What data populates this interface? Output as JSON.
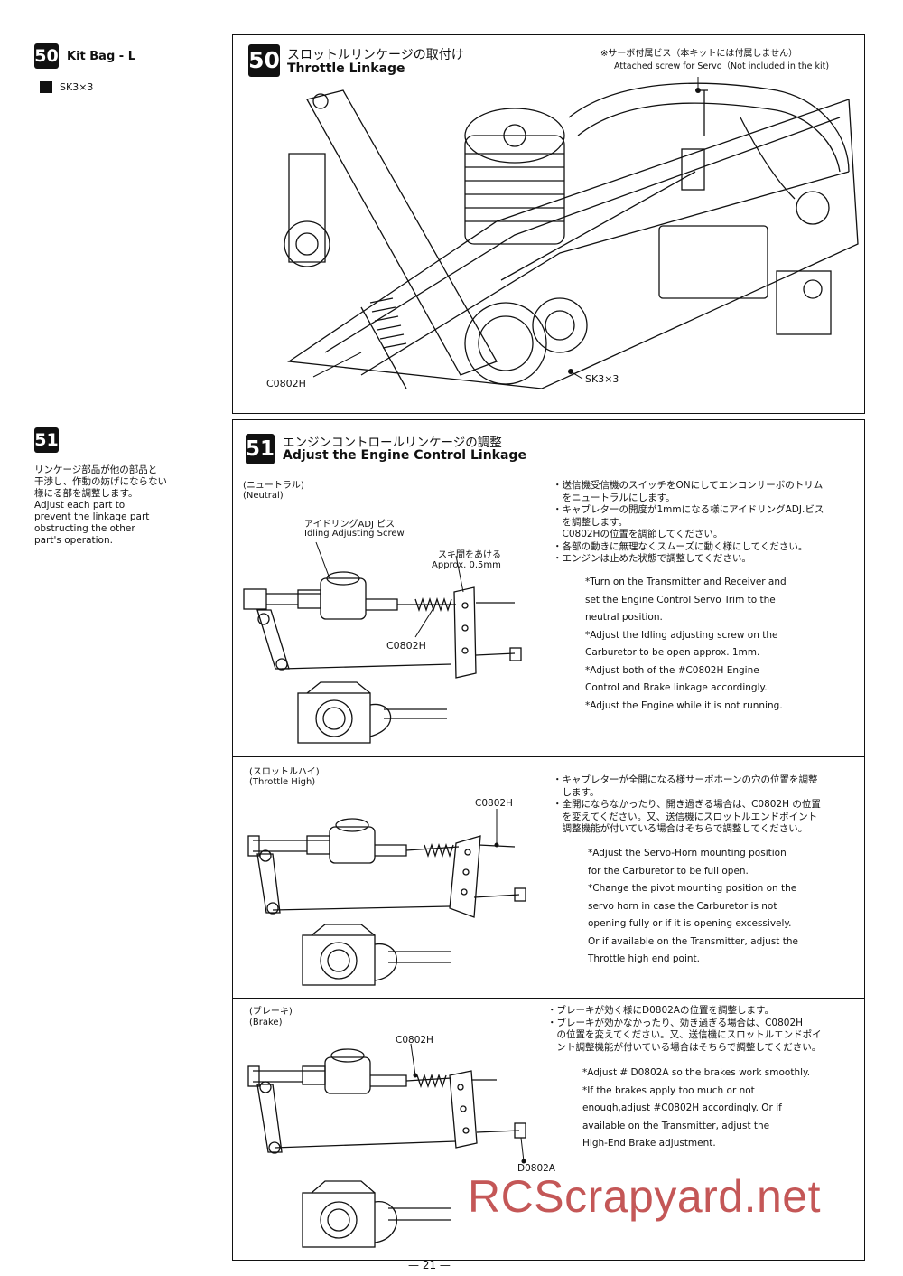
{
  "sidebar": {
    "step50": {
      "number": "50",
      "kit_bag": "Kit Bag - L",
      "part": "SK3×3"
    },
    "step51": {
      "number": "51",
      "note_jp": [
        "リンケージ部品が他の部品と",
        "干渉し、作動の妨げにならない",
        "様にる部を調整します。"
      ],
      "note_en": [
        "Adjust each part to",
        "prevent the linkage part",
        "obstructing the other",
        "part's operation."
      ]
    }
  },
  "step50": {
    "number": "50",
    "title_jp": "スロットルリンケージの取付け",
    "title_en": "Throttle Linkage",
    "servo_note_jp": "※サーボ付属ビス（本キットには付属しません）",
    "servo_note_en": "Attached screw for Servo（Not included in the kit)",
    "label_left": "C0802H",
    "label_right": "SK3×3"
  },
  "step51": {
    "number": "51",
    "title_jp": "エンジンコントロールリンケージの調整",
    "title_en": "Adjust the Engine Control Linkage",
    "neutral": {
      "heading_jp": "(ニュートラル)",
      "heading_en": "(Neutral)",
      "label_idle_jp": "アイドリングADJ ビス",
      "label_idle_en": "Idling Adjusting Screw",
      "label_gap_jp": "スキ間をあける",
      "label_gap_en": "Approx. 0.5mm",
      "label_part": "C0802H",
      "text_jp": [
        "・送信機受信機のスイッチをONにしてエンコンサーボのトリム",
        "　をニュートラルにします。",
        "・キャブレターの開度が1mmになる様にアイドリングADJ.ビス",
        "　を調整します。",
        "　C0802Hの位置を調節してください。",
        "・各部の動きに無理なくスムーズに動く様にしてください。",
        "・エンジンは止めた状態で調整してください。"
      ],
      "text_en": [
        "*Turn on the Transmitter and Receiver and",
        "set the Engine Control Servo Trim to the",
        "neutral position.",
        "*Adjust the Idling adjusting screw on the",
        "Carburetor to be open approx. 1mm.",
        "*Adjust both of the #C0802H Engine",
        "Control and Brake linkage accordingly.",
        "*Adjust the Engine while it is not running."
      ]
    },
    "high": {
      "heading_jp": "(スロットルハイ)",
      "heading_en": "(Throttle High)",
      "label_part": "C0802H",
      "text_jp": [
        "・キャブレターが全開になる様サーボホーンの穴の位置を調整",
        "　します。",
        "・全開にならなかったり、開き過ぎる場合は、C0802H の位置",
        "　を変えてください。又、送信機にスロットルエンドポイント",
        "　調整機能が付いている場合はそちらで調整してください。"
      ],
      "text_en": [
        "*Adjust  the Servo-Horn mounting position",
        "for the Carburetor to be full open.",
        "*Change the pivot mounting position on the",
        "servo horn in case the Carburetor is not",
        "opening fully or if it is opening excessively.",
        "Or if available on the Transmitter, adjust the",
        "Throttle high end point."
      ]
    },
    "brake": {
      "heading_jp": "(ブレーキ)",
      "heading_en": "(Brake)",
      "label_top": "C0802H",
      "label_bottom": "D0802A",
      "text_jp": [
        "・ブレーキが効く様にD0802Aの位置を調整します。",
        "・ブレーキが効かなかったり、効き過ぎる場合は、C0802H",
        "　の位置を変えてください。又、送信機にスロットルエンドポイ",
        "　ント調整機能が付いている場合はそちらで調整してください。"
      ],
      "text_en": [
        "*Adjust # D0802A so the brakes work smoothly.",
        "*If the brakes apply too much or not",
        "enough,adjust #C0802H accordingly. Or if",
        "available on the Transmitter, adjust the",
        "High-End Brake adjustment."
      ]
    }
  },
  "footer": {
    "page_number": "— 21 —",
    "watermark": "RCScrapyard.net"
  }
}
